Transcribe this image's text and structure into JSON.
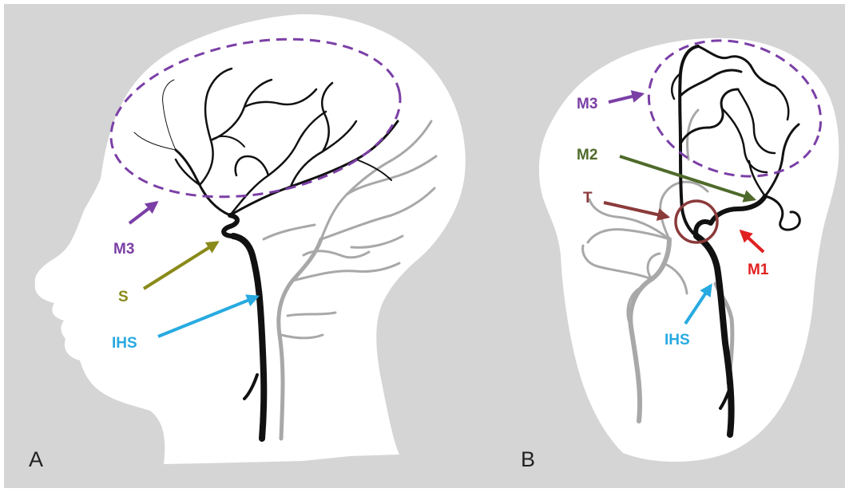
{
  "panels": [
    {
      "id": "A",
      "letter": "A",
      "labels": {
        "m3": "M3",
        "s": "S",
        "ihs": "IHS"
      }
    },
    {
      "id": "B",
      "letter": "B",
      "labels": {
        "m3": "M3",
        "m2": "M2",
        "t": "T",
        "m1": "M1",
        "ihs": "IHS"
      }
    }
  ],
  "colors": {
    "background": "#d5d5d5",
    "head": "#ffffff",
    "artery_primary": "#111111",
    "artery_secondary": "#a8a8a8",
    "m3": "#7b3fa6",
    "s": "#8a8a1a",
    "ihs": "#27aae1",
    "m2": "#4f6a2a",
    "t": "#8b3a3a",
    "m1": "#e02020"
  }
}
